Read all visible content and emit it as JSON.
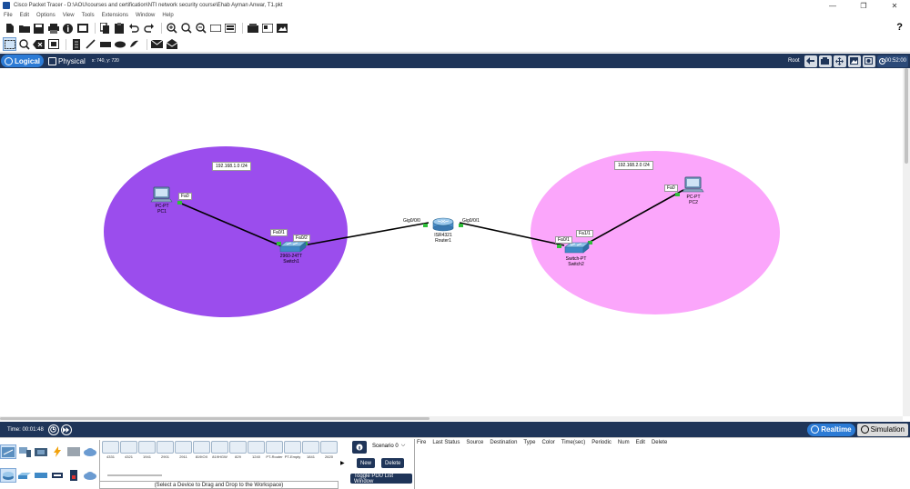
{
  "window": {
    "title": "Cisco Packet Tracer - D:\\AOU\\courses and certification\\NTI network security course\\Ehab Ayman Anwar, T1.pkt",
    "controls": [
      "—",
      "❐",
      "✕"
    ]
  },
  "menu": [
    "File",
    "Edit",
    "Options",
    "View",
    "Tools",
    "Extensions",
    "Window",
    "Help"
  ],
  "toolbar": {
    "help_label": "?"
  },
  "mode_bar": {
    "logical_label": "Logical",
    "physical_label": "Physical",
    "coords": "x: 740, y: 720",
    "root_label": "Root",
    "clock": "00:52:00"
  },
  "topology": {
    "networks": [
      {
        "label": "192.168.1.0 /24",
        "color": "#9b4ded"
      },
      {
        "label": "192.168.2.0 /24",
        "color": "#fba6fb"
      }
    ],
    "devices": {
      "pc1": {
        "model": "PC-PT",
        "name": "PC1"
      },
      "switch1": {
        "model": "2960-24TT",
        "name": "Switch1"
      },
      "router1": {
        "model": "ISR4321",
        "name": "Router1"
      },
      "switch2": {
        "model": "Switch-PT",
        "name": "Switch2"
      },
      "pc2": {
        "model": "PC-PT",
        "name": "PC2"
      }
    },
    "ports": {
      "pc1_fa0": "Fa0",
      "sw1_fa01": "Fa0/1",
      "sw1_fa02": "Fa0/2",
      "r1_gig000": "Gig0/0/0",
      "r1_gig001": "Gig0/0/1",
      "sw2_fa01": "Fa0/1",
      "sw2_fa11": "Fa1/1",
      "pc2_fa0": "Fa0"
    },
    "link_color": "#000000",
    "port_light_color": "#2fbf3a"
  },
  "time_bar": {
    "time_label": "Time: 00:01:48",
    "realtime_label": "Realtime",
    "simulation_label": "Simulation"
  },
  "device_panel": {
    "devices": [
      "4331",
      "4321",
      "1941",
      "2901",
      "2911",
      "819IOX",
      "819HGW",
      "829",
      "1240",
      "PT-Router",
      "PT-Empty",
      "1841",
      "2620"
    ],
    "hint": "(Select a Device to Drag and Drop to the Workspace)"
  },
  "scenario": {
    "selected": "Scenario 0",
    "new_label": "New",
    "delete_label": "Delete",
    "toggle_label": "Toggle PDU List Window"
  },
  "pdu_columns": [
    "Fire",
    "Last Status",
    "Source",
    "Destination",
    "Type",
    "Color",
    "Time(sec)",
    "Periodic",
    "Num",
    "Edit",
    "Delete"
  ]
}
